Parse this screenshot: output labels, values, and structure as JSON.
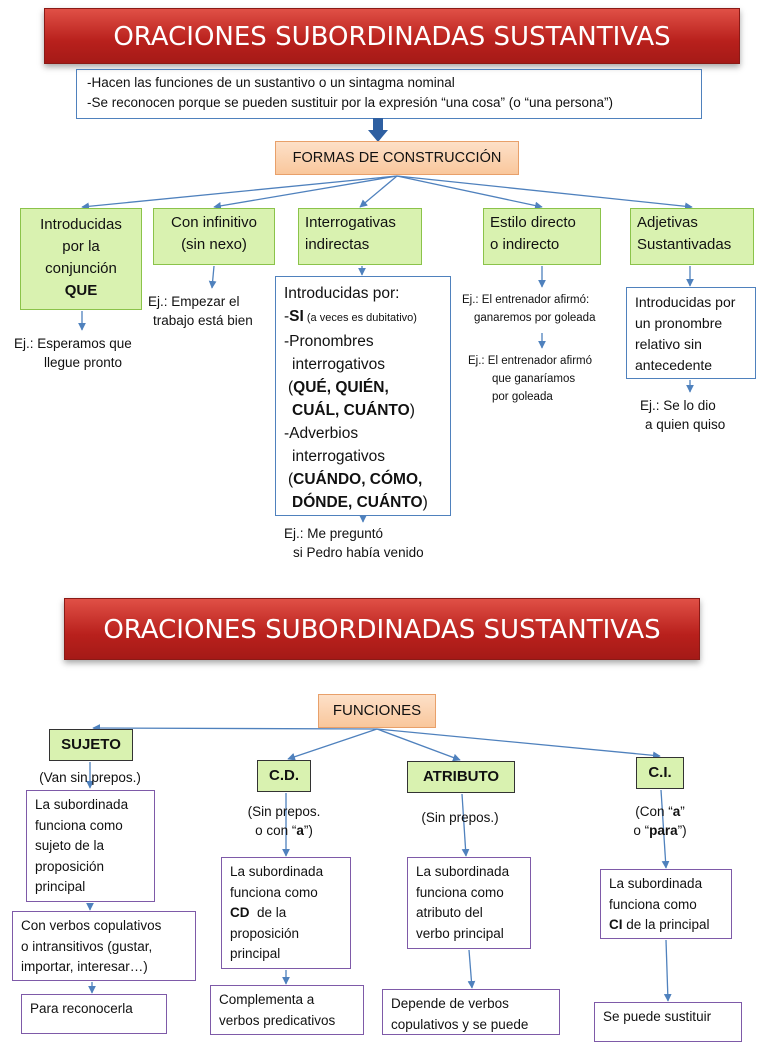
{
  "title_top": "ORACIONES  SUBORDINADAS  SUSTANTIVAS",
  "title_bottom": "ORACIONES  SUBORDINADAS SUSTANTIVAS",
  "intro": {
    "line1": "-Hacen las funciones de un sustantivo o un sintagma nominal",
    "line2": "-Se reconocen porque se pueden sustituir por la expresión “una cosa” (o “una persona”)"
  },
  "formas": "FORMAS DE CONSTRUCCIÓN",
  "types": {
    "que": {
      "l1": "Introducidas",
      "l2": "por la",
      "l3": "conjunción",
      "l4": "QUE"
    },
    "inf": {
      "l1": "Con infinitivo",
      "l2": "(sin nexo)"
    },
    "interrog": {
      "l1": "Interrogativas",
      "l2": "indirectas"
    },
    "estilo": {
      "l1": "Estilo directo",
      "l2": "o indirecto"
    },
    "adjet": {
      "l1": "Adjetivas",
      "l2": "Sustantivadas"
    }
  },
  "examples": {
    "que": {
      "l1": "Ej.: Esperamos que",
      "l2": "llegue pronto"
    },
    "inf": {
      "l1": "Ej.: Empezar el",
      "l2": "trabajo está bien"
    },
    "interrog": {
      "l1": "Ej.: Me preguntó",
      "l2": "si Pedro había venido"
    },
    "estilo1": {
      "l1": "Ej.: El entrenador afirmó:",
      "l2": "ganaremos por goleada"
    },
    "estilo2": {
      "l1": "Ej.: El entrenador afirmó",
      "l2": "que ganaríamos",
      "l3": "por goleada"
    },
    "adjet": {
      "l1": "Ej.: Se lo dio",
      "l2": "a quien quiso"
    }
  },
  "interrog_box": {
    "l1": "Introducidas por:",
    "si_prefix": "-",
    "si": "SI",
    "si_note": " (a veces es dubitativo)",
    "l3": "-Pronombres",
    "l4": "interrogativos",
    "l5a": "(",
    "l5b": "QUÉ, QUIÉN,",
    "l6a": "CUÁL, CUÁNTO",
    "l6b": ")",
    "l7": "-Adverbios",
    "l8": "interrogativos",
    "l9a": "(",
    "l9b": "CUÁNDO, CÓMO,",
    "l10a": "DÓNDE, CUÁNTO",
    "l10b": ")"
  },
  "adjet_box": {
    "l1": "Introducidas por",
    "l2": "un pronombre",
    "l3": "relativo sin",
    "l4": "antecedente"
  },
  "funciones": "FUNCIONES",
  "func": {
    "sujeto": "SUJETO",
    "cd": "C.D.",
    "atributo": "ATRIBUTO",
    "ci": "C.I."
  },
  "notes": {
    "sujeto": "(Van sin prepos.)",
    "cd1": "(Sin prepos.",
    "cd2a": "o con “",
    "cd2b": "a",
    "cd2c": "”)",
    "atributo": "(Sin prepos.)",
    "ci1a": "(Con “",
    "ci1b": "a",
    "ci1c": "”",
    "ci2a": "o “",
    "ci2b": "para",
    "ci2c": "”)"
  },
  "sujeto_box": {
    "l1": "La subordinada",
    "l2": "funciona como",
    "l3": "sujeto de la",
    "l4": "proposición",
    "l5": "principal"
  },
  "sujeto_box2": {
    "l1": "Con verbos copulativos",
    "l2": "o intransitivos (gustar,",
    "l3": "importar, interesar…)"
  },
  "sujeto_box3": {
    "l1": "Para reconocerla"
  },
  "cd_box": {
    "l1": "La subordinada",
    "l2": "funciona como",
    "l3a": "CD",
    "l3b": "  de la",
    "l4": "proposición",
    "l5": "principal"
  },
  "cd_box2": {
    "l1": "Complementa a",
    "l2": "verbos predicativos"
  },
  "atr_box": {
    "l1": "La subordinada",
    "l2": "funciona como",
    "l3": "atributo del",
    "l4": "verbo principal"
  },
  "atr_box2": {
    "l1": "Depende de verbos",
    "l2": "copulativos y se puede"
  },
  "ci_box": {
    "l1": "La subordinada",
    "l2": "funciona como",
    "l3a": "CI",
    "l3b": " de la principal"
  },
  "ci_box2": {
    "l1": "Se puede sustituir"
  },
  "colors": {
    "banner": "#c0272d",
    "green_fill": "#d9f2b0",
    "connector": "#4f81bd",
    "purple_border": "#7e5aa8"
  }
}
